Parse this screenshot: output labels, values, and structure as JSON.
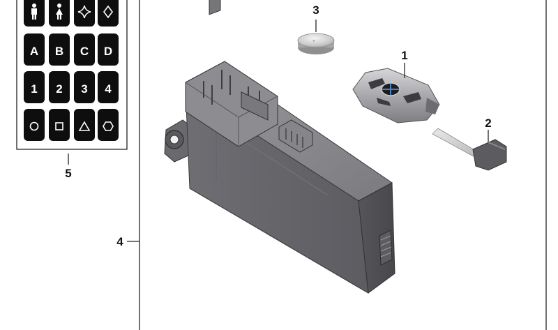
{
  "callouts": {
    "remote_key": "1",
    "emergency_key": "2",
    "battery": "3",
    "control_unit": "4",
    "sticker_sheet": "5"
  },
  "sticker_sheet": {
    "rows": [
      [
        {
          "icon": "person-icon"
        },
        {
          "icon": "person-female-icon"
        },
        {
          "icon": "star-icon"
        },
        {
          "icon": "diamond-icon"
        }
      ],
      [
        {
          "label": "A"
        },
        {
          "label": "B"
        },
        {
          "label": "C"
        },
        {
          "label": "D"
        }
      ],
      [
        {
          "label": "1"
        },
        {
          "label": "2"
        },
        {
          "label": "3"
        },
        {
          "label": "4"
        }
      ],
      [
        {
          "icon": "circle-icon"
        },
        {
          "icon": "square-icon"
        },
        {
          "icon": "triangle-icon"
        },
        {
          "icon": "hexagon-icon"
        }
      ]
    ]
  }
}
